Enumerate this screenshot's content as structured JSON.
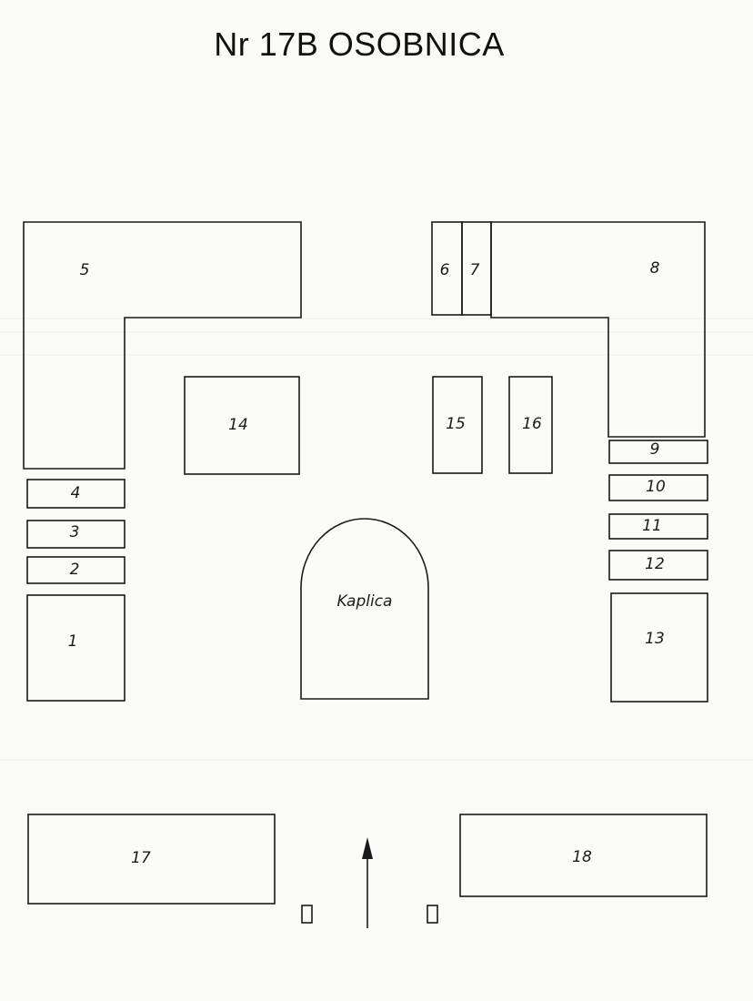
{
  "title": "Nr 17B   OSOBNICA",
  "plots": [
    {
      "id": "1",
      "label": "1"
    },
    {
      "id": "2",
      "label": "2"
    },
    {
      "id": "3",
      "label": "3"
    },
    {
      "id": "4",
      "label": "4"
    },
    {
      "id": "5",
      "label": "5"
    },
    {
      "id": "6",
      "label": "6"
    },
    {
      "id": "7",
      "label": "7"
    },
    {
      "id": "8",
      "label": "8"
    },
    {
      "id": "9",
      "label": "9"
    },
    {
      "id": "10",
      "label": "10"
    },
    {
      "id": "11",
      "label": "11"
    },
    {
      "id": "12",
      "label": "12"
    },
    {
      "id": "13",
      "label": "13"
    },
    {
      "id": "14",
      "label": "14"
    },
    {
      "id": "15",
      "label": "15"
    },
    {
      "id": "16",
      "label": "16"
    },
    {
      "id": "17",
      "label": "17"
    },
    {
      "id": "18",
      "label": "18"
    }
  ],
  "chapel": {
    "label": "Kaplica"
  },
  "entrance": {
    "icon": "entrance-arrow-icon"
  },
  "gate_posts": [
    "gate-post-left",
    "gate-post-right"
  ]
}
